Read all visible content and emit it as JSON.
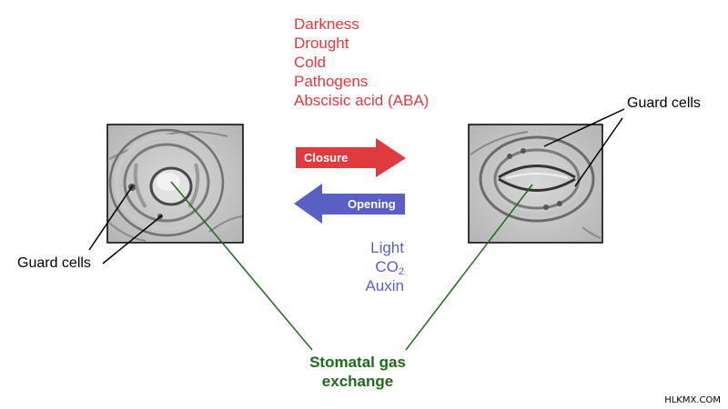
{
  "closure_factors": [
    "Darkness",
    "Drought",
    "Cold",
    "Pathogens",
    "Abscisic acid (ABA)"
  ],
  "opening_factors": {
    "light": "Light",
    "co2_base": "CO",
    "co2_subscript": "2",
    "auxin": "Auxin"
  },
  "arrows": {
    "closure_label": "Closure",
    "opening_label": "Opening"
  },
  "labels": {
    "guard_cells_left": "Guard cells",
    "guard_cells_right": "Guard cells",
    "gas_exchange_line1": "Stomatal gas",
    "gas_exchange_line2": "exchange"
  },
  "credit": "HLKMX.COM",
  "colors": {
    "closure": "#e03a3f",
    "opening": "#5a5fc4",
    "gas_exchange": "#1f6b1a"
  }
}
